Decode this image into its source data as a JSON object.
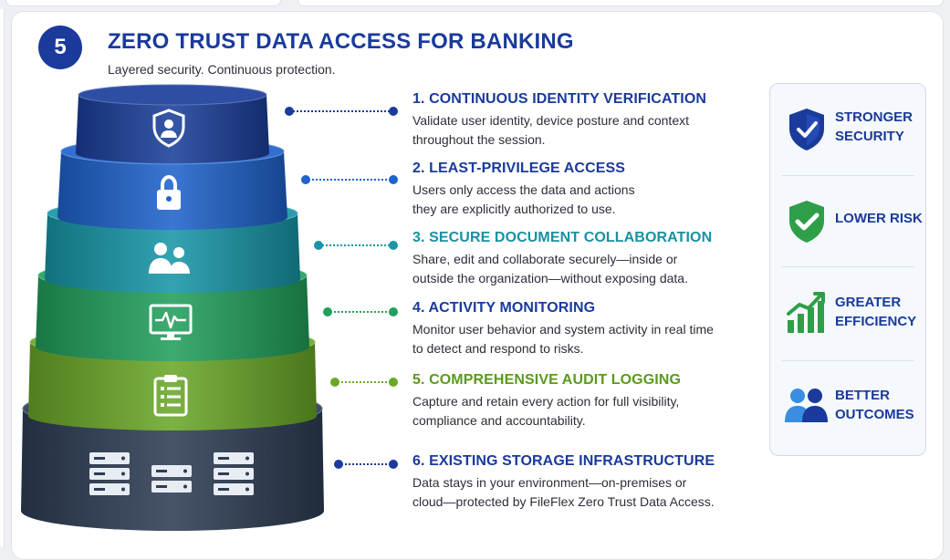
{
  "header": {
    "badge_number": "5",
    "title": "ZERO TRUST DATA ACCESS FOR BANKING",
    "subtitle": "Layered security. Continuous protection."
  },
  "layers": [
    {
      "title": "1. CONTINUOUS IDENTITY VERIFICATION",
      "desc_line1": "Validate user identity, device posture and context",
      "desc_line2": "throughout the session.",
      "icon": "shield-user-icon",
      "color": "#1b3f9b",
      "title_color": "#1a3a9c"
    },
    {
      "title": "2. LEAST-PRIVILEGE ACCESS",
      "desc_line1": "Users only access the data and actions",
      "desc_line2": "they are explicitly authorized to use.",
      "icon": "padlock-icon",
      "color": "#1f63cc",
      "title_color": "#1a3a9c"
    },
    {
      "title": "3. SECURE DOCUMENT COLLABORATION",
      "desc_line1": "Share, edit and collaborate securely—inside or",
      "desc_line2": "outside the organization—without exposing data.",
      "icon": "users-icon",
      "color": "#1796a8",
      "title_color": "#1791a2"
    },
    {
      "title": "4. ACTIVITY MONITORING",
      "desc_line1": "Monitor user behavior and system activity in real time",
      "desc_line2": "to detect and respond to risks.",
      "icon": "monitor-pulse-icon",
      "color": "#21a05c",
      "title_color": "#1a3a9c"
    },
    {
      "title": "5. COMPREHENSIVE AUDIT LOGGING",
      "desc_line1": "Capture and retain every action for full visibility,",
      "desc_line2": "compliance and accountability.",
      "icon": "clipboard-list-icon",
      "color": "#6aa828",
      "title_color": "#5a9a1c"
    },
    {
      "title": "6. EXISTING STORAGE INFRASTRUCTURE",
      "desc_line1": "Data stays in your environment—on-premises or",
      "desc_line2": "cloud—protected by FileFlex Zero Trust Data Access.",
      "icon": "server-icon",
      "color": "#2e3d55",
      "title_color": "#1a3a9c"
    }
  ],
  "benefits": [
    {
      "line1": "STRONGER",
      "line2": "SECURITY",
      "icon": "shield-check-icon"
    },
    {
      "line1": "LOWER RISK",
      "line2": "",
      "icon": "check-shield-icon"
    },
    {
      "line1": "GREATER",
      "line2": "EFFICIENCY",
      "icon": "growth-chart-icon"
    },
    {
      "line1": "BETTER",
      "line2": "OUTCOMES",
      "icon": "people-icon"
    }
  ],
  "colors": {
    "brand": "#1a3a9c",
    "green": "#2e9f48",
    "sky": "#3a8de0"
  }
}
